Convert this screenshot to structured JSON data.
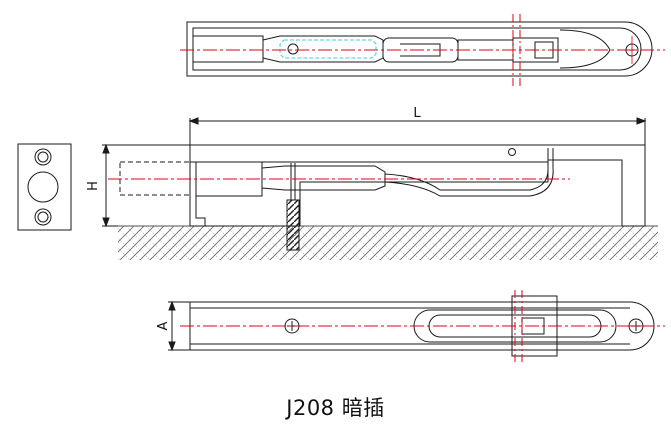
{
  "caption": "J208 暗插",
  "dimensions": {
    "length": "L",
    "height": "H",
    "width": "A"
  },
  "colors": {
    "outline": "#1a1a1a",
    "centerline": "#e0001a",
    "highlight": "#3ad0e8",
    "ground": "#555555"
  }
}
